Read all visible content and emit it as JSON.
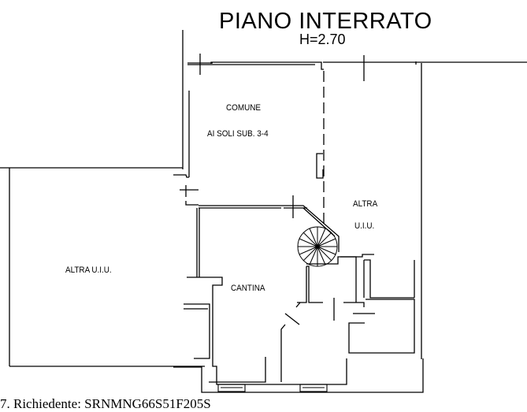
{
  "title": "PIANO INTERRATO",
  "height_label": "H=2.70",
  "rooms": {
    "comune": "COMUNE",
    "comune_sub": "AI SOLI SUB. 3-4",
    "altra_right_1": "ALTRA",
    "altra_right_2": "U.I.U.",
    "altra_left": "ALTRA U.I.U.",
    "cantina": "CANTINA"
  },
  "footer": "7.   Richiedente: SRNMNG66S51F205S"
}
